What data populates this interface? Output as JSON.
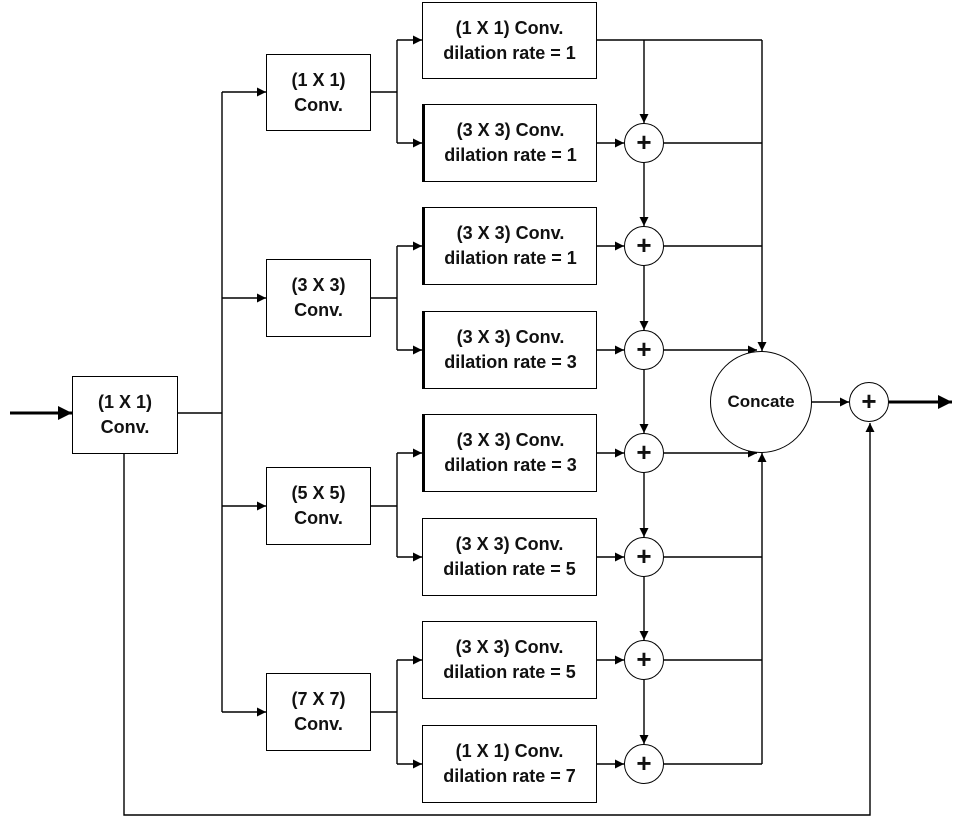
{
  "input_block": {
    "label": "(1 X 1)\nConv."
  },
  "branches": [
    {
      "label": "(1 X 1)\nConv."
    },
    {
      "label": "(3 X 3)\nConv."
    },
    {
      "label": "(5 X 5)\nConv."
    },
    {
      "label": "(7 X 7)\nConv."
    }
  ],
  "dilation_blocks": [
    {
      "label": "(1 X 1) Conv.\ndilation rate = 1"
    },
    {
      "label": "(3 X 3) Conv.\ndilation rate = 1"
    },
    {
      "label": "(3 X 3) Conv.\ndilation rate = 1"
    },
    {
      "label": "(3 X 3) Conv.\ndilation rate = 3"
    },
    {
      "label": "(3 X 3) Conv.\ndilation rate = 3"
    },
    {
      "label": "(3 X 3) Conv.\ndilation rate = 5"
    },
    {
      "label": "(3 X 3) Conv.\ndilation rate = 5"
    },
    {
      "label": "(1 X 1) Conv.\ndilation rate = 7"
    }
  ],
  "adders": [
    "+",
    "+",
    "+",
    "+",
    "+",
    "+",
    "+"
  ],
  "concat": {
    "label": "Concate"
  },
  "residual_add": {
    "label": "+"
  }
}
